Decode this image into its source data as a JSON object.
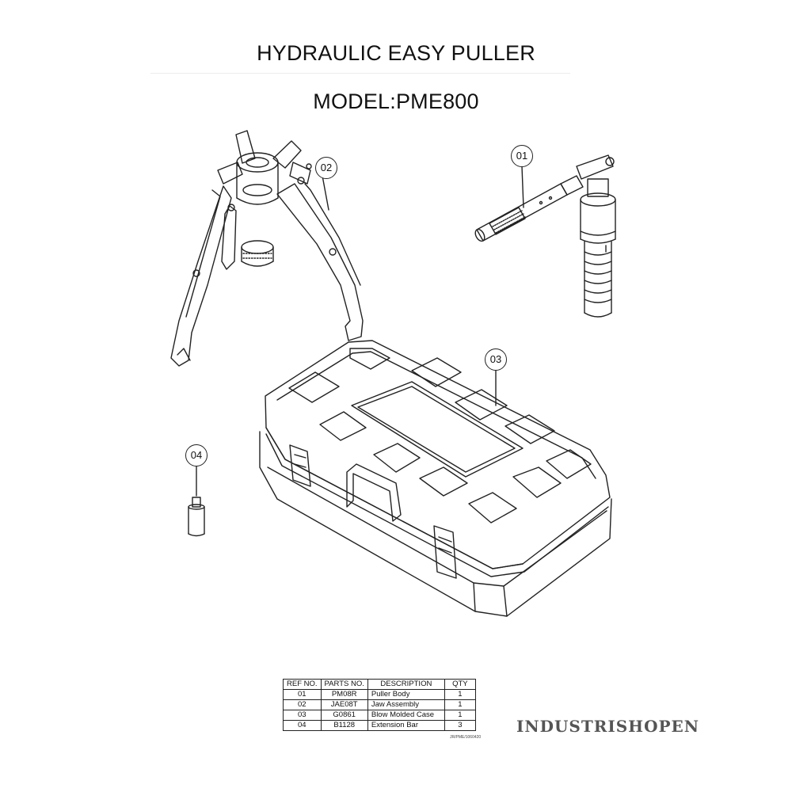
{
  "header": {
    "title": "HYDRAULIC EASY PULLER",
    "model": "MODEL:PME800"
  },
  "callouts": {
    "c01": "01",
    "c02": "02",
    "c03": "03",
    "c04": "04"
  },
  "parts_table": {
    "headers": [
      "REF NO.",
      "PARTS NO.",
      "DESCRIPTION",
      "QTY"
    ],
    "rows": [
      {
        "ref": "01",
        "part": "PM08R",
        "desc": "Puller Body",
        "qty": "1"
      },
      {
        "ref": "02",
        "part": "JAE08T",
        "desc": "Jaw Assembly",
        "qty": "1"
      },
      {
        "ref": "03",
        "part": "G0861",
        "desc": "Blow Molded Case",
        "qty": "1"
      },
      {
        "ref": "04",
        "part": "B1128",
        "desc": "Extension Bar",
        "qty": "3"
      }
    ],
    "doc_ref": "JR/PME/1060420"
  },
  "watermark": "INDUSTRISHOPEN"
}
